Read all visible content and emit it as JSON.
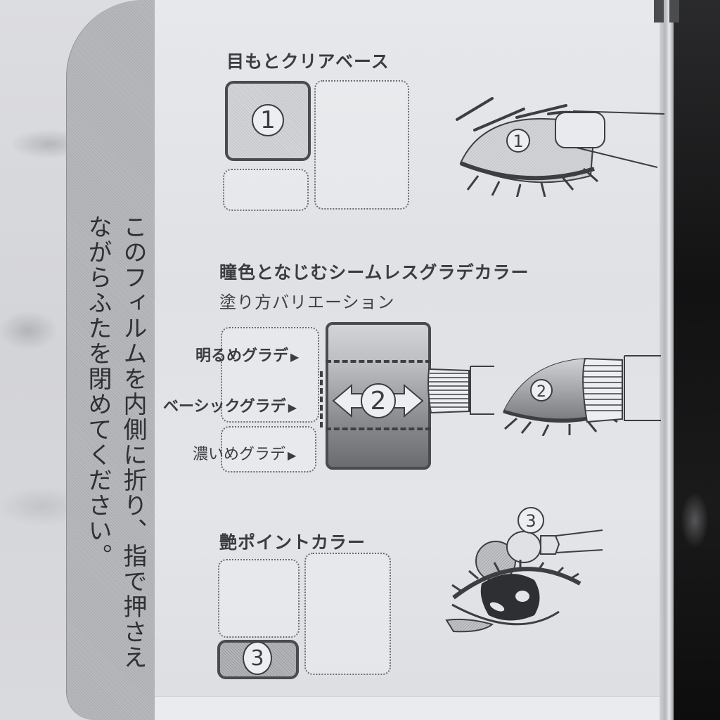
{
  "side_instruction": {
    "text": "このフィルムを内側に折り、指で押さえながらふたを閉めてください。"
  },
  "sections": [
    {
      "title": "目もとクリアベース",
      "step_number": "1",
      "pan_labels": [
        "①"
      ],
      "illustration": "eye-with-finger-applying-base"
    },
    {
      "title": "瞳色となじむシームレスグラデカラー",
      "subtitle": "塗り方バリエーション",
      "step_number": "2",
      "variations": [
        {
          "label": "明るめグラデ",
          "arrow": "▶"
        },
        {
          "label": "ベーシックグラデ",
          "arrow": "▶"
        },
        {
          "label": "濃いめグラデ",
          "arrow": "▶"
        }
      ],
      "pan_labels": [
        "②"
      ],
      "illustration": "eye-with-brush-gradient"
    },
    {
      "title": "艶ポイントカラー",
      "step_number": "3",
      "pan_labels": [
        "③"
      ],
      "illustration": "eye-with-tip-applicator-point-color"
    }
  ],
  "colors": {
    "film_background": "#e3e5e9",
    "side_strip": "#b0b1b5",
    "text_dark": "#3a3a3e",
    "case_dark": "#151516"
  }
}
